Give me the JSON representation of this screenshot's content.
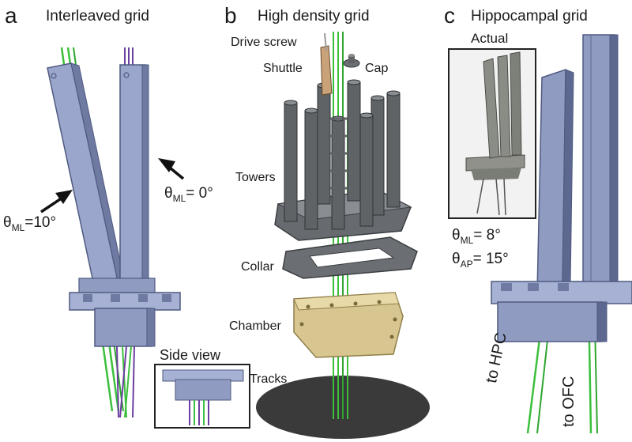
{
  "panels": [
    {
      "letter": "a",
      "title": "Interleaved grid"
    },
    {
      "letter": "b",
      "title": "High density grid"
    },
    {
      "letter": "c",
      "title": "Hippocampal grid"
    }
  ],
  "panel_a": {
    "left_angle": {
      "theta": "θ",
      "sub": "ML",
      "value": "=10°"
    },
    "right_angle": {
      "theta": "θ",
      "sub": "ML",
      "value": "= 0°"
    },
    "inset_title": "Side view"
  },
  "panel_b": {
    "parts": [
      "Drive screw",
      "Shuttle",
      "Cap",
      "Towers",
      "Collar",
      "Chamber",
      "Tracks"
    ]
  },
  "panel_c": {
    "inset_title": "Actual",
    "angle_ml": {
      "theta": "θ",
      "sub": "ML",
      "value": "= 8°"
    },
    "angle_ap": {
      "theta": "θ",
      "sub": "AP",
      "value": "= 15°"
    },
    "targets": [
      "to HPC",
      "to OFC"
    ]
  },
  "colors": {
    "grid_blue": "#8f9bc0",
    "grid_blue_dark": "#5d6890",
    "electrode_green": "#3cbf3c",
    "electrode_purple": "#6b3fa0",
    "tower_gray": "#5f6366",
    "chamber_tan": "#d8c690"
  }
}
